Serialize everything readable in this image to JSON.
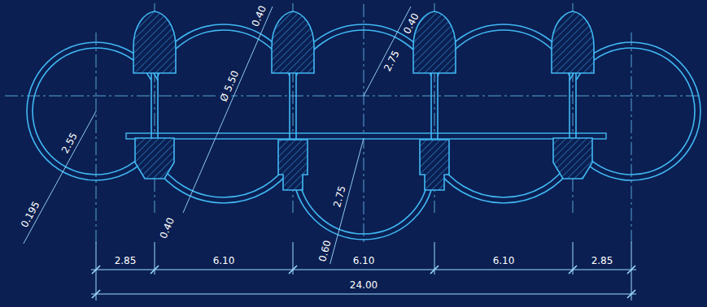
{
  "diagram": {
    "labels": [
      "0.40",
      "0.40",
      "2.75",
      "Ø 5.50",
      "2.55",
      "2.75",
      "0.40",
      "0.195",
      "0.60",
      "2.85",
      "6.10",
      "6.10",
      "6.10",
      "2.85",
      "24.00"
    ]
  }
}
